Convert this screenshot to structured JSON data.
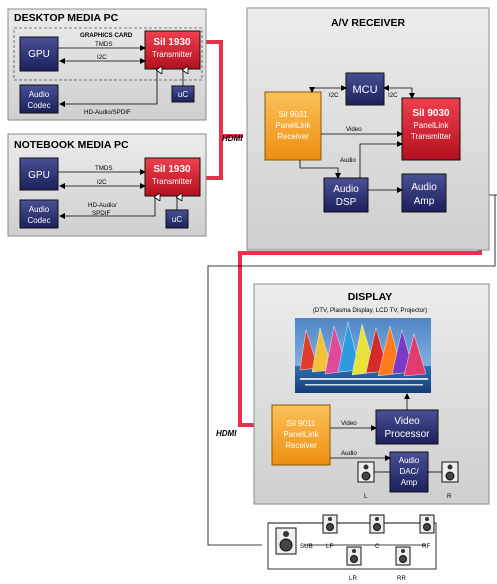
{
  "desktop": {
    "title": "DESKTOP MEDIA PC",
    "graphics_card": "GRAPHICS CARD",
    "gpu": "GPU",
    "tmds": "TMDS",
    "i2c": "I2C",
    "tx_line1": "SiI 1930",
    "tx_line2": "Transmitter",
    "codec_line1": "Audio",
    "codec_line2": "Codec",
    "hd_audio": "HD-Audio/SPDIF",
    "uc": "uC"
  },
  "notebook": {
    "title": "NOTEBOOK MEDIA PC",
    "gpu": "GPU",
    "tmds": "TMDS",
    "i2c": "I2C",
    "tx_line1": "SiI 1930",
    "tx_line2": "Transmitter",
    "codec_line1": "Audio",
    "codec_line2": "Codec",
    "hd_audio_line1": "HD-Audio/",
    "hd_audio_line2": "SPDIF",
    "uc": "uC"
  },
  "receiver": {
    "title": "A/V RECEIVER",
    "mcu": "MCU",
    "i2c_left": "I2C",
    "i2c_right": "I2C",
    "rx_line1": "SiI 9031",
    "rx_line2": "PanelLink",
    "rx_line3": "Receiver",
    "tx_line1": "SiI 9030",
    "tx_line2": "PanelLink",
    "tx_line3": "Transmitter",
    "video": "Video",
    "audio": "Audio",
    "dsp_line1": "Audio",
    "dsp_line2": "DSP",
    "amp_line1": "Audio",
    "amp_line2": "Amp"
  },
  "display": {
    "title": "DISPLAY",
    "subtitle": "(DTV, Plasma Display, LCD TV, Projector)",
    "rx_line1": "SiI 9011",
    "rx_line2": "PanelLink",
    "rx_line3": "Receiver",
    "video": "Video",
    "audio": "Audio",
    "vp_line1": "Video",
    "vp_line2": "Processor",
    "dac_line1": "Audio",
    "dac_line2": "DAC/",
    "dac_line3": "Amp",
    "left": "L",
    "right": "R"
  },
  "hdmi_top": "HDMI",
  "hdmi_bottom": "HDMI",
  "speakers": {
    "sub": "SUB",
    "lf": "LF",
    "c": "C",
    "rf": "RF",
    "lr": "LR",
    "rr": "RR"
  },
  "colors": {
    "panel": "#dcdcdc",
    "panel_border": "#8a8a8a",
    "navy": "#2a2f6e",
    "red": "#d81e34",
    "orange": "#f4a623",
    "hdmi_cable": "#e8304a"
  }
}
